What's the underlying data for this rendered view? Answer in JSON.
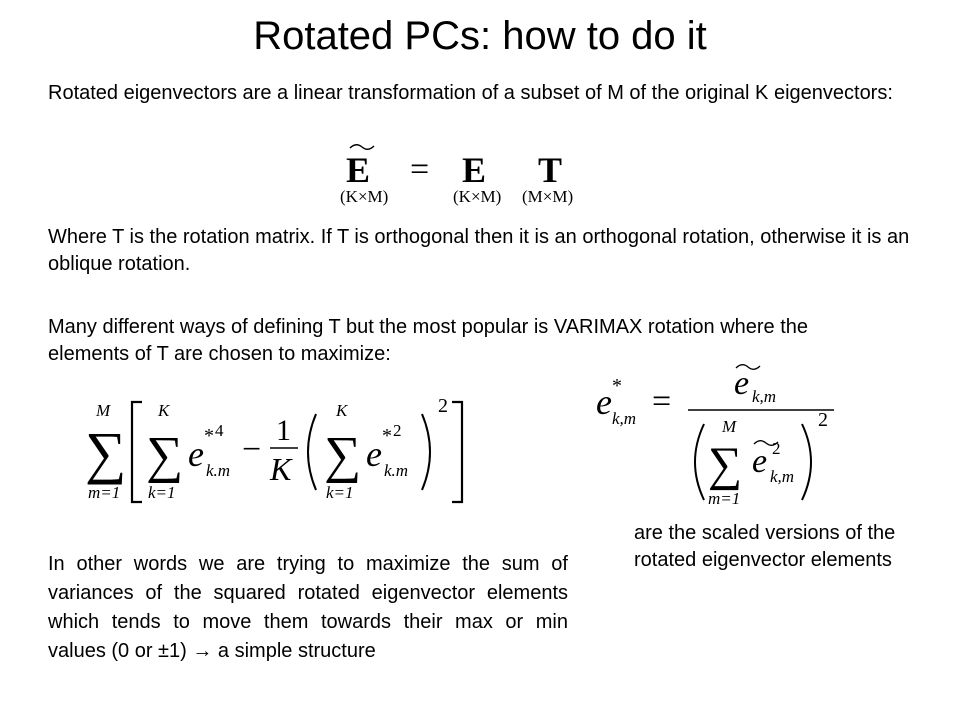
{
  "slide": {
    "title": "Rotated PCs: how to do it",
    "intro": "Rotated eigenvectors are a linear transformation of a subset of M of the original K eigenvectors:",
    "equation1": {
      "lhs": "E",
      "lhs_dim": "(K×M)",
      "equals": "=",
      "rhs1": "E",
      "rhs1_dim": "(K×M)",
      "rhs2": "T",
      "rhs2_dim": "(M×M)"
    },
    "where_text": "Where T is the rotation matrix. If T is orthogonal then it is an orthogonal rotation, otherwise it is an oblique rotation.",
    "varimax_text": "Many different ways of defining T but the most popular is VARIMAX rotation where the elements of T are chosen to maximize:",
    "varimax_formula": {
      "outer_sum_top": "M",
      "outer_sum_bottom": "m=1",
      "inner_sum_top": "K",
      "inner_sum_bottom": "k=1",
      "term_base": "e",
      "term_star": "*",
      "term_power": "4",
      "term_sub": "k.m",
      "minus": "−",
      "frac_num": "1",
      "frac_den": "K",
      "sum2_top": "K",
      "sum2_bottom": "k=1",
      "term2_star": "*",
      "term2_power": "2",
      "term2_sub": "k.m",
      "outer_power": "2"
    },
    "scaled_formula": {
      "lhs_base": "e",
      "lhs_star": "*",
      "lhs_sub": "k,m",
      "equals": "=",
      "num_base": "e",
      "num_sub": "k,m",
      "sum_top": "M",
      "sum_bottom": "m=1",
      "den_base": "e",
      "den_power": "2",
      "den_sub": "k,m",
      "outer_power": "2"
    },
    "scaled_caption": "are the scaled versions of the rotated eigenvector elements",
    "conclusion_text": "In other words we are trying to maximize the sum of variances of the squared rotated eigenvector elements which tends to move them towards their max or min values (0 or ±1) → a simple structure"
  }
}
